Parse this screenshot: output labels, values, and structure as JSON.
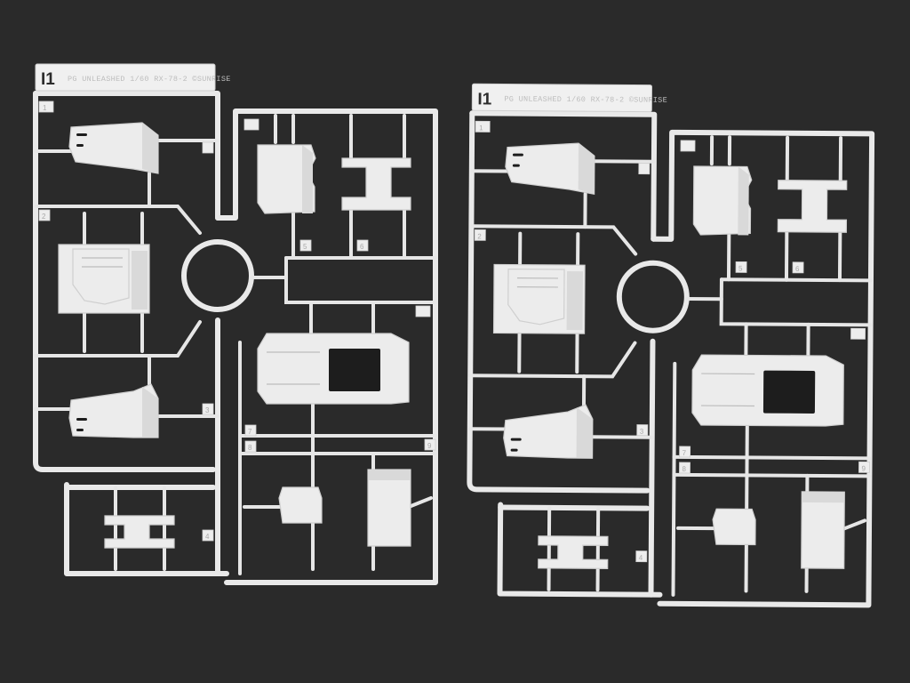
{
  "photo": {
    "background_color": "#2a2a2a",
    "plastic_color": "#ececec",
    "sprues": [
      {
        "letter": "I1",
        "runner_text": "PG UNLEASHED 1/60 RX-78-2 ©SUNRISE",
        "gate_numbers": [
          "1",
          "2",
          "3",
          "4",
          "5",
          "6",
          "7",
          "8",
          "9"
        ]
      },
      {
        "letter": "I1",
        "runner_text": "PG UNLEASHED 1/60 RX-78-2 ©SUNRISE",
        "gate_numbers": [
          "1",
          "2",
          "3",
          "4",
          "5",
          "6",
          "7",
          "8",
          "9"
        ]
      }
    ]
  }
}
